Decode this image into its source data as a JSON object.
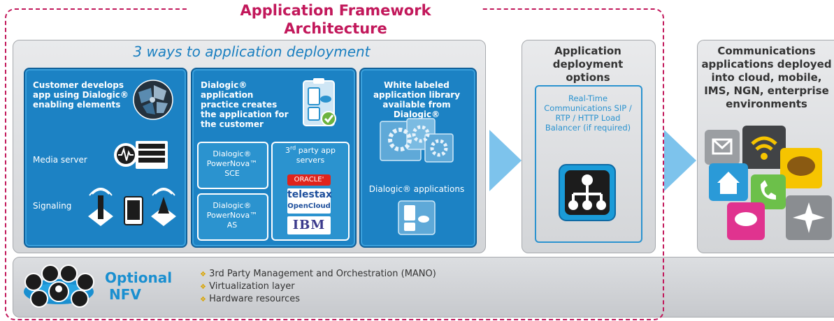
{
  "title": "Application Framework Architecture",
  "left_section": {
    "subtitle": "3 ways to application deployment",
    "panel1": {
      "title": "Customer develops app using Dialogic® enabling elements",
      "media_server": "Media server",
      "signaling": "Signaling"
    },
    "panel2": {
      "title": "Dialogic® application practice creates the application for the customer",
      "box1": "Dialogic® PowerNova™ SCE",
      "box2": "Dialogic® PowerNova™ AS",
      "box3_title_pre": "3",
      "box3_title_sup": "rd",
      "box3_title_post": " party app servers",
      "logo_oracle": "ORACLE'",
      "logo_telestax": "telestax",
      "logo_opencloud": "OpenCloud",
      "logo_ibm": "IBM"
    },
    "panel3": {
      "title": "White labeled application library available from Dialogic®",
      "apps": "Dialogic® applications"
    }
  },
  "middle_section": {
    "title": "Application deployment options",
    "box_text": "Real-Time Communications SIP / RTP / HTTP Load Balancer (if required)"
  },
  "right_section": {
    "title": "Communications applications deployed into cloud, mobile, IMS, NGN, enterprise environments"
  },
  "nfv": {
    "label_line1": "Optional",
    "label_line2": "NFV",
    "bullets": [
      "3rd Party Management and Orchestration (MANO)",
      "Virtualization layer",
      "Hardware resources"
    ]
  },
  "colors": {
    "title_magenta": "#c2185b",
    "panel_blue": "#1c82c4",
    "subtitle_blue": "#1a7fc0",
    "nfv_blue": "#1a8fd0",
    "bullet_gold": "#d9a400"
  }
}
